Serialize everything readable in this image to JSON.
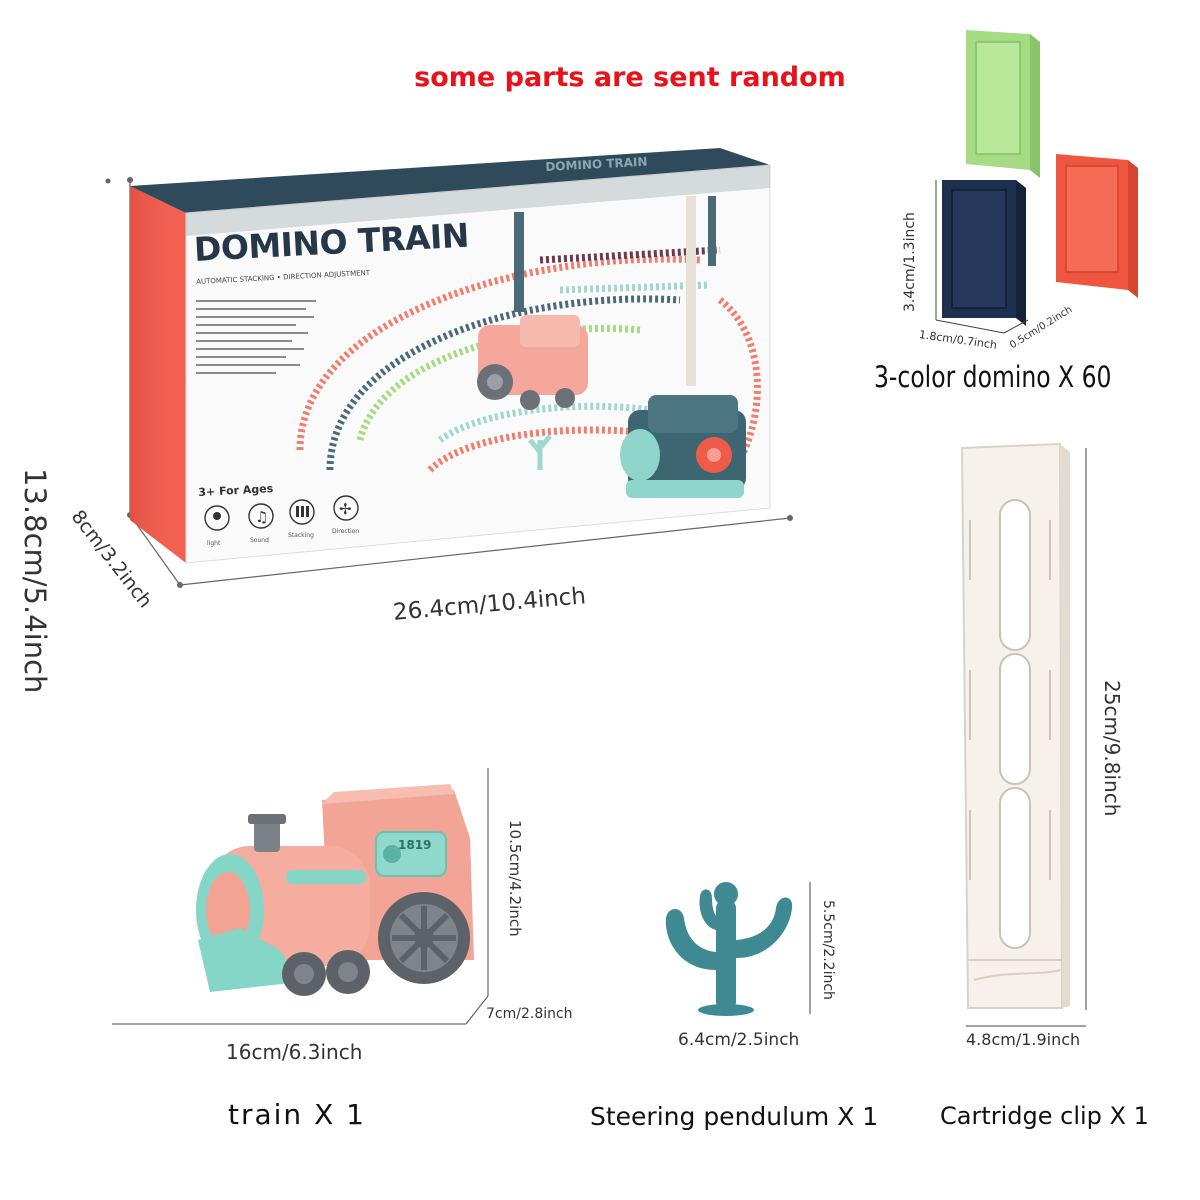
{
  "notice": "some parts are sent random",
  "box": {
    "title": "DOMINO TRAIN",
    "subtitle": "AUTOMATIC STACKING • DIRECTION ADJUSTMENT",
    "age": "3+ For Ages",
    "side_text": "DOMINO TRAIN",
    "features": [
      "light",
      "Sound",
      "Stacking",
      "Direction"
    ],
    "top_text": "DOMINO TRAIN",
    "dim_height": "13.8cm/5.4inch",
    "dim_depth": "8cm/3.2inch",
    "dim_width": "26.4cm/10.4inch"
  },
  "domino": {
    "dim_height": "3.4cm/1.3inch",
    "dim_width": "1.8cm/0.7inch",
    "dim_depth": "0.5cm/0.2inch",
    "caption": "3-color domino X 60",
    "colors": {
      "green": "#a5dc83",
      "navy": "#1e3050",
      "red": "#f0553f"
    }
  },
  "clip": {
    "dim_height": "25cm/9.8inch",
    "dim_width": "4.8cm/1.9inch",
    "caption": "Cartridge clip X 1"
  },
  "train": {
    "number": "1819",
    "dim_height": "10.5cm/4.2inch",
    "dim_depth": "7cm/2.8inch",
    "dim_length": "16cm/6.3inch",
    "caption": "train X 1",
    "colors": {
      "body": "#f2a597",
      "trim": "#86d6c8",
      "wheel": "#6b7177"
    }
  },
  "pendulum": {
    "dim_height": "5.5cm/2.2inch",
    "dim_width": "6.4cm/2.5inch",
    "caption": "Steering pendulum X 1",
    "color": "#3f8a92"
  }
}
